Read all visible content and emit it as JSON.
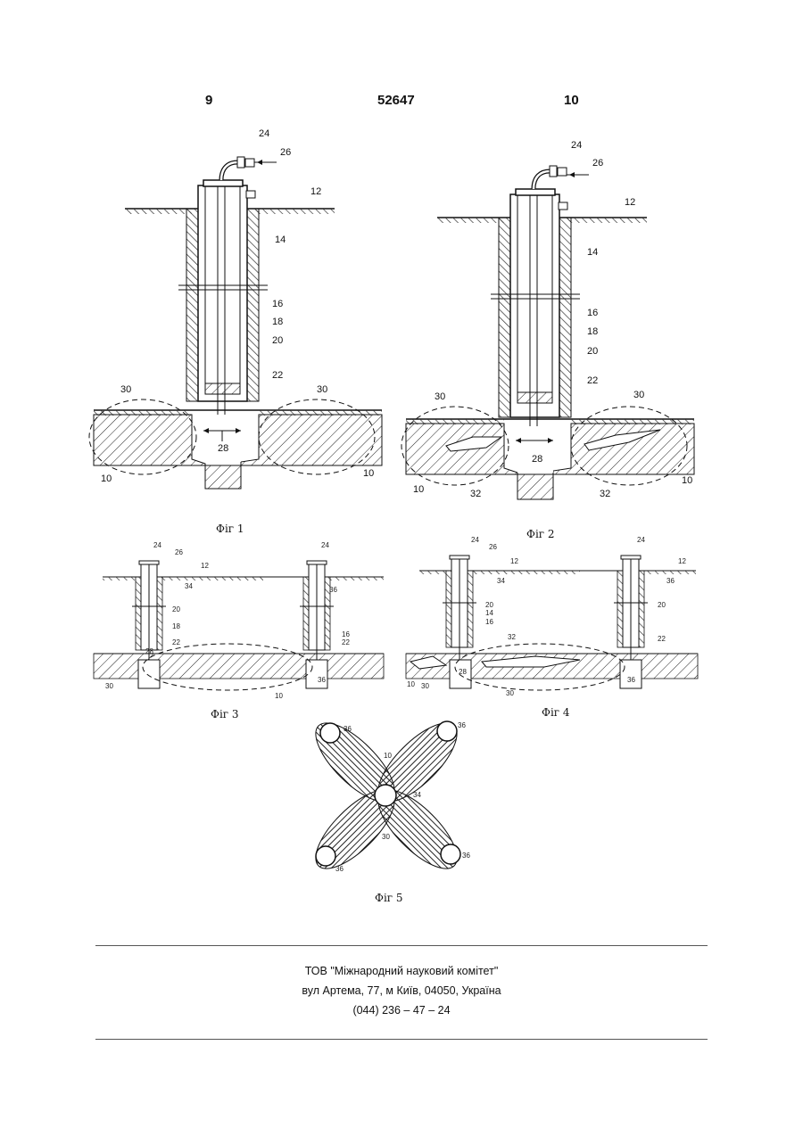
{
  "header": {
    "left_page": "9",
    "patent_number": "52647",
    "right_page": "10"
  },
  "captions": {
    "fig1": "Фіг 1",
    "fig2": "Фіг 2",
    "fig3": "Фіг 3",
    "fig4": "Фіг 4",
    "fig5": "Фіг 5"
  },
  "refs": {
    "r10": "10",
    "r12": "12",
    "r14": "14",
    "r16": "16",
    "r18": "18",
    "r20": "20",
    "r22": "22",
    "r24": "24",
    "r26": "26",
    "r28": "28",
    "r30": "30",
    "r32": "32",
    "r34": "34",
    "r36": "36"
  },
  "footer": {
    "org": "ТОВ \"Міжнародний науковий комітет\"",
    "address": "вул  Артема, 77, м  Київ, 04050, Україна",
    "phone": "(044) 236 – 47 – 24"
  }
}
